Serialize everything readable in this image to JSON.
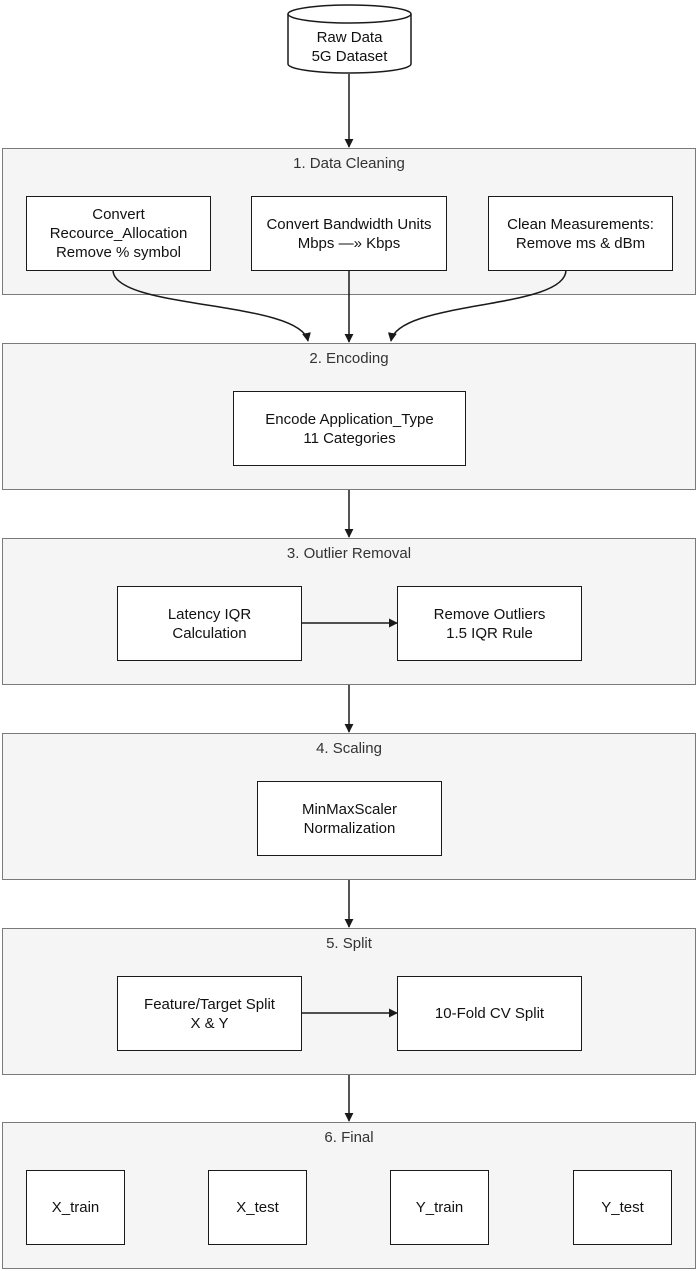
{
  "source": {
    "line1": "Raw Data",
    "line2": "5G Dataset"
  },
  "stages": [
    {
      "title": "1. Data Cleaning",
      "nodes": [
        {
          "lines": [
            "Convert",
            "Recource_Allocation",
            "Remove % symbol"
          ]
        },
        {
          "lines": [
            "Convert Bandwidth Units",
            "Mbps —» Kbps"
          ]
        },
        {
          "lines": [
            "Clean Measurements:",
            "Remove ms & dBm"
          ]
        }
      ]
    },
    {
      "title": "2. Encoding",
      "nodes": [
        {
          "lines": [
            "Encode Application_Type",
            "11 Categories"
          ]
        }
      ]
    },
    {
      "title": "3. Outlier Removal",
      "nodes": [
        {
          "lines": [
            "Latency IQR",
            "Calculation"
          ]
        },
        {
          "lines": [
            "Remove Outliers",
            "1.5 IQR Rule"
          ]
        }
      ]
    },
    {
      "title": "4. Scaling",
      "nodes": [
        {
          "lines": [
            "MinMaxScaler",
            "Normalization"
          ]
        }
      ]
    },
    {
      "title": "5. Split",
      "nodes": [
        {
          "lines": [
            "Feature/Target Split",
            "X & Y"
          ]
        },
        {
          "lines": [
            "10-Fold CV Split"
          ]
        }
      ]
    },
    {
      "title": "6. Final",
      "nodes": [
        {
          "lines": [
            "X_train"
          ]
        },
        {
          "lines": [
            "X_test"
          ]
        },
        {
          "lines": [
            "Y_train"
          ]
        },
        {
          "lines": [
            "Y_test"
          ]
        }
      ]
    }
  ],
  "colors": {
    "stage_fill": "#f5f5f5",
    "stage_border": "#7a7a7a",
    "node_border": "#1a1a1a",
    "arrow": "#1a1a1a"
  }
}
